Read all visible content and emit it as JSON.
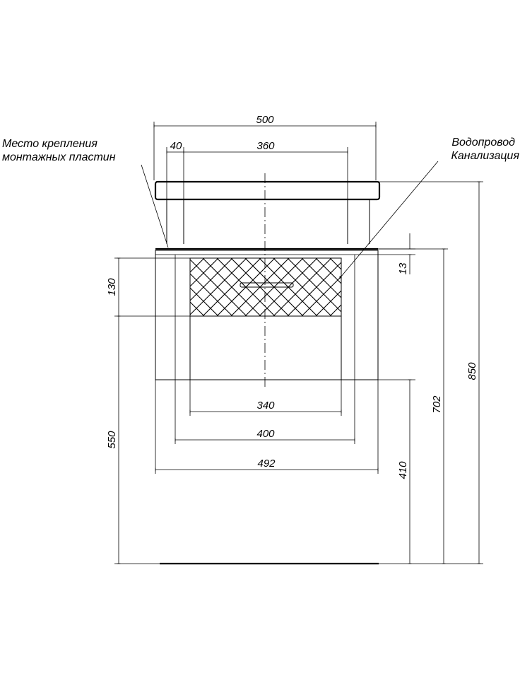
{
  "callouts": {
    "mounting_line1": "Место крепления",
    "mounting_line2": "монтажных пластин",
    "pipes_line1": "Водопровод",
    "pipes_line2": "Канализация"
  },
  "dimensions": {
    "top_width": "500",
    "top_offset": "40",
    "top_inner": "360",
    "facade_depth": "130",
    "gap": "13",
    "drawer_inner": "340",
    "body_inner": "400",
    "body_width": "492",
    "lower_height": "550",
    "pipe_height": "410",
    "body_height": "702",
    "total_height": "850"
  }
}
